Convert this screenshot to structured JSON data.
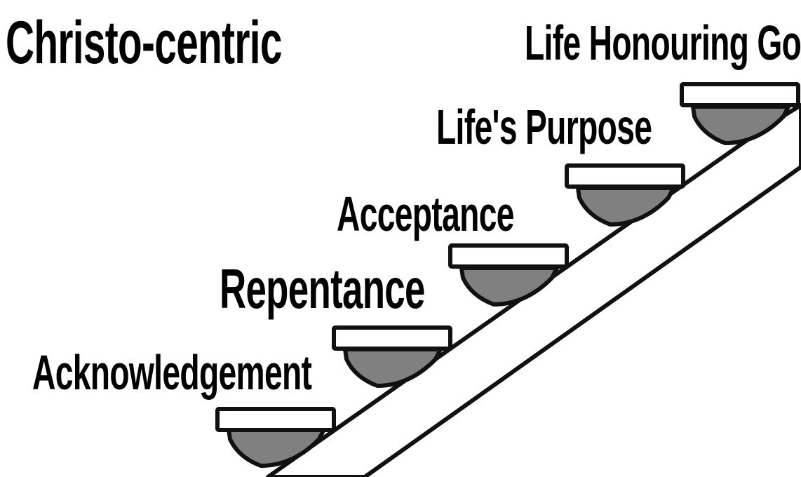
{
  "title": "Christo-centric",
  "steps": [
    {
      "label": "Acknowledgement"
    },
    {
      "label": "Repentance"
    },
    {
      "label": "Acceptance"
    },
    {
      "label": "Life's Purpose"
    },
    {
      "label": "Life Honouring God"
    }
  ],
  "colors": {
    "text": "#000000",
    "tread": "#ffffff",
    "riser": "#808080",
    "stringer": "#ffffff",
    "outline": "#111111",
    "background": "#ffffff"
  }
}
